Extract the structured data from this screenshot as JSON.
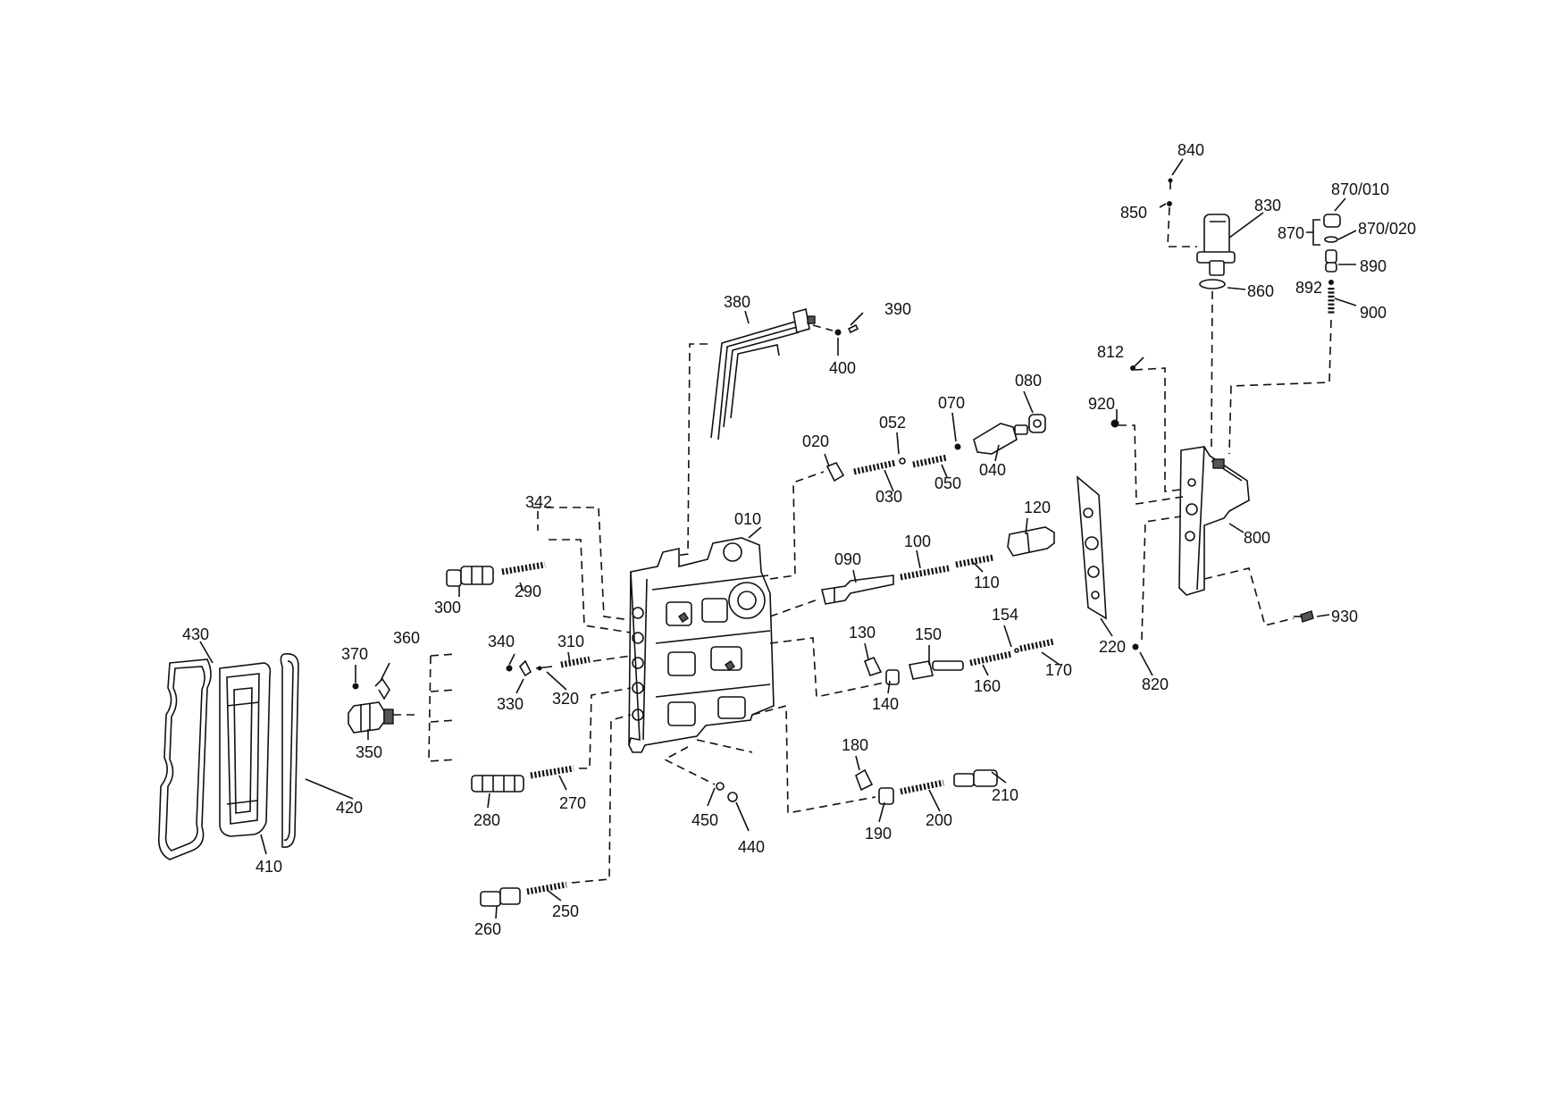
{
  "diagram": {
    "labels": {
      "p010": "010",
      "p020": "020",
      "p030": "030",
      "p040": "040",
      "p050": "050",
      "p052": "052",
      "p070": "070",
      "p080": "080",
      "p090": "090",
      "p100": "100",
      "p110": "110",
      "p120": "120",
      "p130": "130",
      "p140": "140",
      "p150": "150",
      "p154": "154",
      "p160": "160",
      "p170": "170",
      "p180": "180",
      "p190": "190",
      "p200": "200",
      "p210": "210",
      "p220": "220",
      "p250": "250",
      "p260": "260",
      "p270": "270",
      "p280": "280",
      "p290": "290",
      "p300": "300",
      "p310": "310",
      "p320": "320",
      "p330": "330",
      "p340": "340",
      "p342": "342",
      "p350": "350",
      "p360": "360",
      "p370": "370",
      "p380": "380",
      "p390": "390",
      "p400": "400",
      "p410": "410",
      "p420": "420",
      "p430": "430",
      "p440": "440",
      "p450": "450",
      "p800": "800",
      "p812": "812",
      "p820": "820",
      "p830": "830",
      "p840": "840",
      "p850": "850",
      "p860": "860",
      "p870": "870",
      "p870_010": "870/010",
      "p870_020": "870/020",
      "p890": "890",
      "p892": "892",
      "p900": "900",
      "p920": "920",
      "p930": "930"
    }
  }
}
